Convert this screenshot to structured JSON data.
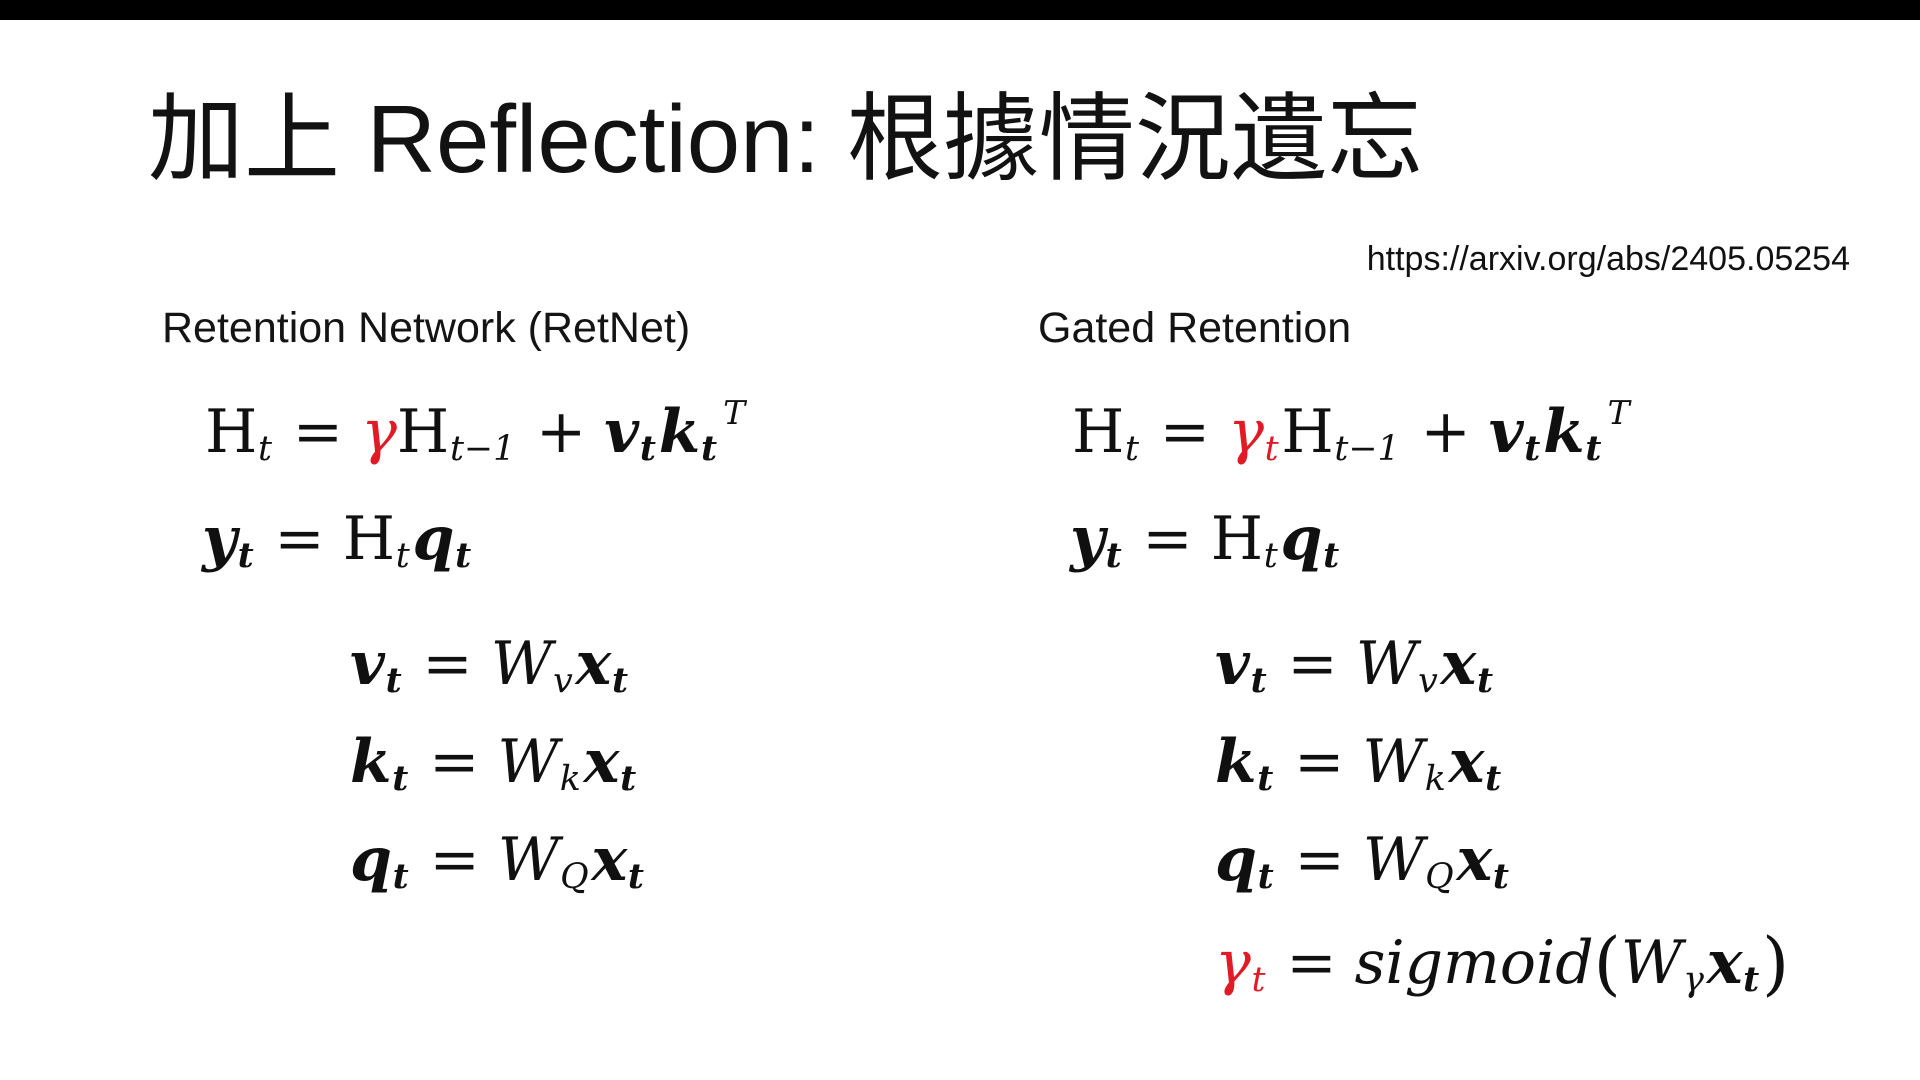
{
  "title": "加上 Reflection: 根據情況遺忘",
  "link": "https://arxiv.org/abs/2405.05254",
  "colors": {
    "text": "#101010",
    "accent_red": "#E11B26",
    "letterbox_bar": "#000000"
  },
  "columns": [
    {
      "header": "Retention Network (RetNet)"
    },
    {
      "header": "Gated Retention"
    }
  ],
  "equations": {
    "retnet": [
      {
        "name": "state-update",
        "tokens": [
          {
            "t": "H",
            "f": "rm"
          },
          {
            "t": "t",
            "f": "it",
            "p": "sub"
          },
          {
            "t": "=",
            "f": "rm",
            "op": true
          },
          {
            "t": "γ",
            "f": "it",
            "red": true
          },
          {
            "t": "H",
            "f": "rm"
          },
          {
            "t": "t−1",
            "f": "it",
            "p": "sub"
          },
          {
            "t": "+",
            "f": "rm",
            "op": true
          },
          {
            "t": "v",
            "f": "bi"
          },
          {
            "t": "t",
            "f": "bi",
            "p": "sub"
          },
          {
            "t": "k",
            "f": "bi"
          },
          {
            "t": "t",
            "f": "bi",
            "p": "sub"
          },
          {
            "t": "T",
            "f": "it",
            "p": "sup"
          }
        ]
      },
      {
        "name": "output",
        "tokens": [
          {
            "t": "y",
            "f": "bi"
          },
          {
            "t": "t",
            "f": "bi",
            "p": "sub"
          },
          {
            "t": "=",
            "f": "rm",
            "op": true
          },
          {
            "t": "H",
            "f": "rm"
          },
          {
            "t": "t",
            "f": "it",
            "p": "sub"
          },
          {
            "t": "q",
            "f": "bi"
          },
          {
            "t": "t",
            "f": "bi",
            "p": "sub"
          }
        ]
      },
      {
        "name": "value-projection",
        "tokens": [
          {
            "t": "v",
            "f": "bi"
          },
          {
            "t": "t",
            "f": "bi",
            "p": "sub"
          },
          {
            "t": "=",
            "f": "rm",
            "op": true
          },
          {
            "t": "W",
            "f": "it"
          },
          {
            "t": "v",
            "f": "it",
            "p": "sub"
          },
          {
            "t": "x",
            "f": "bi"
          },
          {
            "t": "t",
            "f": "bi",
            "p": "sub"
          }
        ]
      },
      {
        "name": "key-projection",
        "tokens": [
          {
            "t": "k",
            "f": "bi"
          },
          {
            "t": "t",
            "f": "bi",
            "p": "sub"
          },
          {
            "t": "=",
            "f": "rm",
            "op": true
          },
          {
            "t": "W",
            "f": "it"
          },
          {
            "t": "k",
            "f": "it",
            "p": "sub"
          },
          {
            "t": "x",
            "f": "bi"
          },
          {
            "t": "t",
            "f": "bi",
            "p": "sub"
          }
        ]
      },
      {
        "name": "query-projection",
        "tokens": [
          {
            "t": "q",
            "f": "bi"
          },
          {
            "t": "t",
            "f": "bi",
            "p": "sub"
          },
          {
            "t": "=",
            "f": "rm",
            "op": true
          },
          {
            "t": "W",
            "f": "it"
          },
          {
            "t": "Q",
            "f": "it",
            "p": "sub"
          },
          {
            "t": "x",
            "f": "bi"
          },
          {
            "t": "t",
            "f": "bi",
            "p": "sub"
          }
        ]
      }
    ],
    "gated": [
      {
        "name": "state-update",
        "tokens": [
          {
            "t": "H",
            "f": "rm"
          },
          {
            "t": "t",
            "f": "it",
            "p": "sub"
          },
          {
            "t": "=",
            "f": "rm",
            "op": true
          },
          {
            "t": "γ",
            "f": "it",
            "red": true
          },
          {
            "t": "t",
            "f": "it",
            "p": "sub",
            "red": true
          },
          {
            "t": "H",
            "f": "rm"
          },
          {
            "t": "t−1",
            "f": "it",
            "p": "sub"
          },
          {
            "t": "+",
            "f": "rm",
            "op": true
          },
          {
            "t": "v",
            "f": "bi"
          },
          {
            "t": "t",
            "f": "bi",
            "p": "sub"
          },
          {
            "t": "k",
            "f": "bi"
          },
          {
            "t": "t",
            "f": "bi",
            "p": "sub"
          },
          {
            "t": "T",
            "f": "it",
            "p": "sup"
          }
        ]
      },
      {
        "name": "output",
        "tokens": [
          {
            "t": "y",
            "f": "bi"
          },
          {
            "t": "t",
            "f": "bi",
            "p": "sub"
          },
          {
            "t": "=",
            "f": "rm",
            "op": true
          },
          {
            "t": "H",
            "f": "rm"
          },
          {
            "t": "t",
            "f": "it",
            "p": "sub"
          },
          {
            "t": "q",
            "f": "bi"
          },
          {
            "t": "t",
            "f": "bi",
            "p": "sub"
          }
        ]
      },
      {
        "name": "value-projection",
        "tokens": [
          {
            "t": "v",
            "f": "bi"
          },
          {
            "t": "t",
            "f": "bi",
            "p": "sub"
          },
          {
            "t": "=",
            "f": "rm",
            "op": true
          },
          {
            "t": "W",
            "f": "it"
          },
          {
            "t": "v",
            "f": "it",
            "p": "sub"
          },
          {
            "t": "x",
            "f": "bi"
          },
          {
            "t": "t",
            "f": "bi",
            "p": "sub"
          }
        ]
      },
      {
        "name": "key-projection",
        "tokens": [
          {
            "t": "k",
            "f": "bi"
          },
          {
            "t": "t",
            "f": "bi",
            "p": "sub"
          },
          {
            "t": "=",
            "f": "rm",
            "op": true
          },
          {
            "t": "W",
            "f": "it"
          },
          {
            "t": "k",
            "f": "it",
            "p": "sub"
          },
          {
            "t": "x",
            "f": "bi"
          },
          {
            "t": "t",
            "f": "bi",
            "p": "sub"
          }
        ]
      },
      {
        "name": "query-projection",
        "tokens": [
          {
            "t": "q",
            "f": "bi"
          },
          {
            "t": "t",
            "f": "bi",
            "p": "sub"
          },
          {
            "t": "=",
            "f": "rm",
            "op": true
          },
          {
            "t": "W",
            "f": "it"
          },
          {
            "t": "Q",
            "f": "it",
            "p": "sub"
          },
          {
            "t": "x",
            "f": "bi"
          },
          {
            "t": "t",
            "f": "bi",
            "p": "sub"
          }
        ]
      },
      {
        "name": "gate-sigmoid",
        "tokens": [
          {
            "t": "γ",
            "f": "it",
            "red": true
          },
          {
            "t": "t",
            "f": "it",
            "p": "sub",
            "red": true
          },
          {
            "t": "=",
            "f": "rm",
            "op": true
          },
          {
            "t": "sigmoid",
            "f": "it"
          },
          {
            "t": "(",
            "f": "rm",
            "paren": true
          },
          {
            "t": "W",
            "f": "it"
          },
          {
            "t": "γ",
            "f": "it",
            "p": "sub"
          },
          {
            "t": "x",
            "f": "bi"
          },
          {
            "t": "t",
            "f": "bi",
            "p": "sub"
          },
          {
            "t": ")",
            "f": "rm",
            "paren": true
          }
        ]
      }
    ]
  }
}
